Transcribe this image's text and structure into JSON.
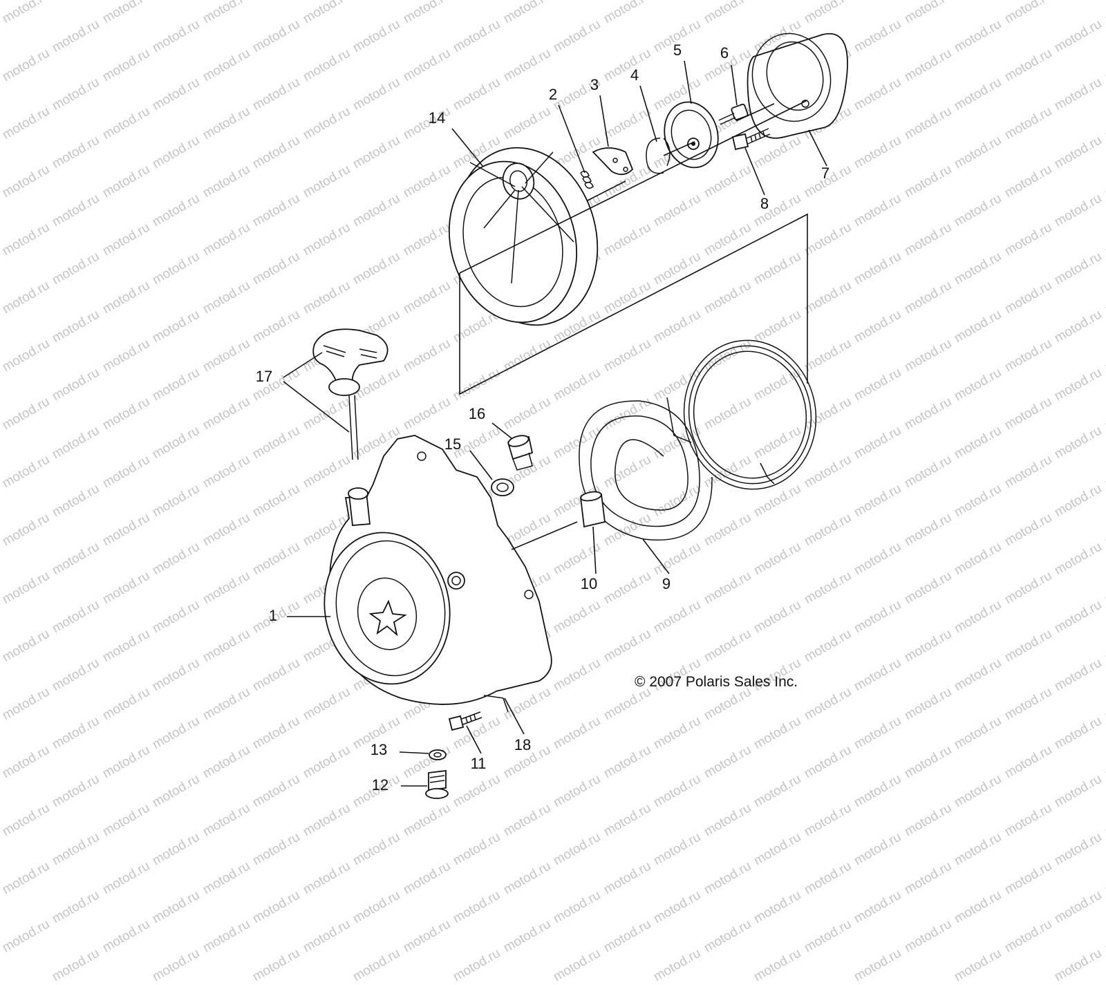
{
  "watermark": "motod.ru",
  "copyright": "© 2007 Polaris Sales Inc.",
  "callouts": [
    "1",
    "2",
    "3",
    "4",
    "5",
    "6",
    "7",
    "8",
    "9",
    "10",
    "11",
    "12",
    "13",
    "14",
    "15",
    "16",
    "17",
    "18"
  ]
}
